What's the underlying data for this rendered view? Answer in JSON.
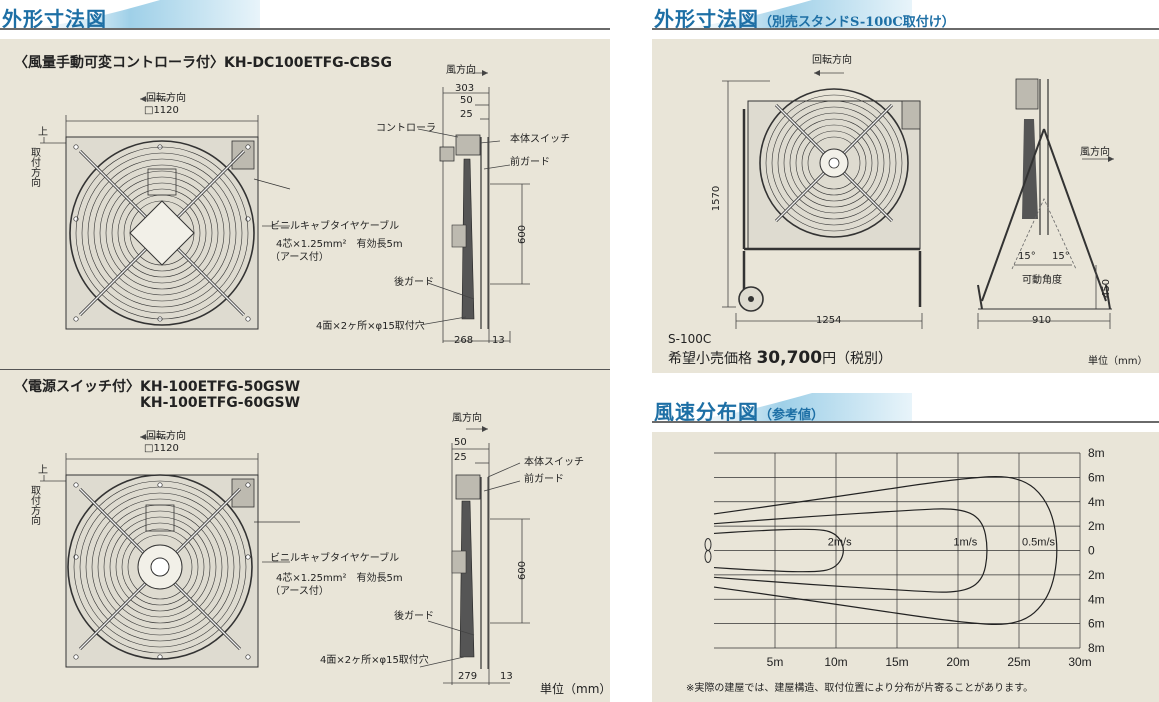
{
  "left": {
    "header_title": "外形寸法図",
    "section1": {
      "title": "〈風量手動可変コントローラ付〉KH-DC100ETFG-CBSG",
      "rotation": "回転方向",
      "width": "□1120",
      "up": "上",
      "mount_dir": [
        "取",
        "付",
        "方",
        "向"
      ],
      "wind_dir": "風方向",
      "cable_label": "ビニルキャブタイヤケーブル",
      "cable_spec": "4芯×1.25mm²　有効長5m",
      "earth": "（アース付）",
      "controller": "コントローラ",
      "switch": "本体スイッチ",
      "front_guard": "前ガード",
      "rear_guard": "後ガード",
      "holes": "4面×2ヶ所×φ15取付穴",
      "dims": {
        "d303": "303",
        "d50": "50",
        "d25": "25",
        "d600": "600",
        "d268": "268",
        "d13": "13"
      }
    },
    "section2": {
      "title_line1": "〈電源スイッチ付〉KH-100ETFG-50GSW",
      "title_line2": "KH-100ETFG-60GSW",
      "rotation": "回転方向",
      "width": "□1120",
      "up": "上",
      "mount_dir": [
        "取",
        "付",
        "方",
        "向"
      ],
      "wind_dir": "風方向",
      "cable_label": "ビニルキャブタイヤケーブル",
      "cable_spec": "4芯×1.25mm²　有効長5m",
      "earth": "（アース付）",
      "switch": "本体スイッチ",
      "front_guard": "前ガード",
      "rear_guard": "後ガード",
      "holes": "4面×2ヶ所×φ15取付穴",
      "dims": {
        "d50": "50",
        "d25": "25",
        "d600": "600",
        "d279": "279",
        "d13": "13"
      },
      "unit": "単位（mm）"
    }
  },
  "right_top": {
    "header_title": "外形寸法図",
    "header_sub": "（別売スタンドS-100C取付け）",
    "rotation": "回転方向",
    "wind_dir": "風方向",
    "dims": {
      "height": "1570",
      "width": "1254",
      "depth": "910",
      "d450": "450",
      "a1": "15°",
      "a2": "15°"
    },
    "angle_label": "可動角度",
    "model": "S-100C",
    "price_label": "希望小売価格",
    "price_value": "30,700",
    "price_suffix": "円（税別）",
    "unit": "単位（mm）"
  },
  "right_bottom": {
    "header_title": "風速分布図",
    "header_sub": "（参考値）",
    "note": "※実際の建屋では、建屋構造、取付位置により分布が片寄ることがあります。",
    "chart_data": {
      "type": "line",
      "title": "",
      "x_ticks": [
        "5m",
        "10m",
        "15m",
        "20m",
        "25m",
        "30m"
      ],
      "y_ticks": [
        "8m",
        "6m",
        "4m",
        "2m",
        "0",
        "2m",
        "4m",
        "6m",
        "8m"
      ],
      "xlim": [
        0,
        30
      ],
      "ylim": [
        -8,
        8
      ],
      "grid": true,
      "series": [
        {
          "name": "2m/s",
          "points": [
            [
              0,
              1.4
            ],
            [
              3,
              1.6
            ],
            [
              8,
              1.8
            ],
            [
              10,
              1.5
            ],
            [
              10.8,
              0
            ],
            [
              10,
              -1.5
            ],
            [
              8,
              -1.8
            ],
            [
              3,
              -1.6
            ],
            [
              0,
              -1.4
            ]
          ]
        },
        {
          "name": "1m/s",
          "points": [
            [
              0,
              2.2
            ],
            [
              8,
              2.8
            ],
            [
              16,
              3.3
            ],
            [
              20,
              3.5
            ],
            [
              22,
              2.6
            ],
            [
              22.5,
              0
            ],
            [
              22,
              -2.6
            ],
            [
              20,
              -3.5
            ],
            [
              16,
              -3.3
            ],
            [
              8,
              -2.8
            ],
            [
              0,
              -2.2
            ]
          ]
        },
        {
          "name": "0.5m/s",
          "points": [
            [
              0,
              3.0
            ],
            [
              10,
              4.4
            ],
            [
              20,
              5.9
            ],
            [
              25,
              6.2
            ],
            [
              27.5,
              4.0
            ],
            [
              28.3,
              0
            ],
            [
              27.5,
              -4.0
            ],
            [
              25,
              -6.2
            ],
            [
              20,
              -5.9
            ],
            [
              10,
              -4.4
            ],
            [
              0,
              -3.0
            ]
          ]
        }
      ]
    }
  }
}
